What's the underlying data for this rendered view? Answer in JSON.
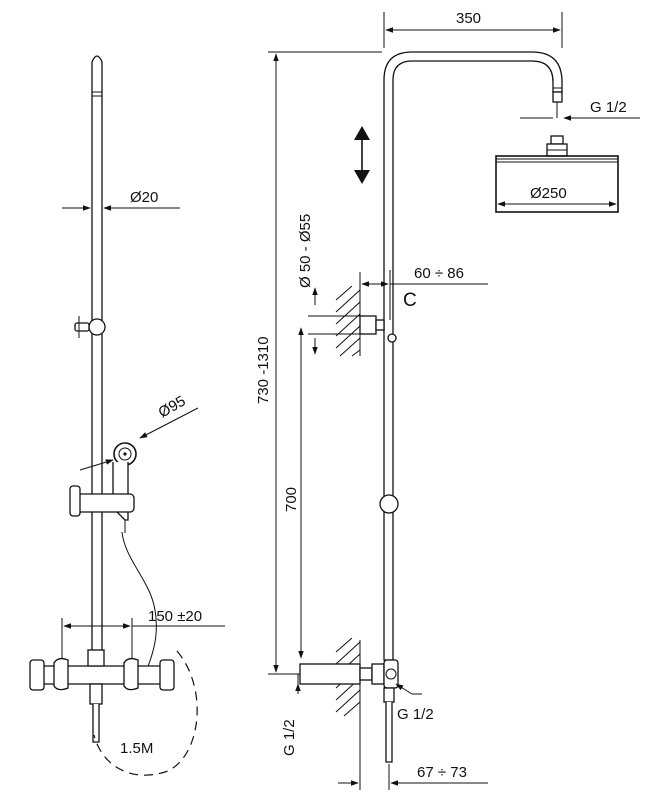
{
  "dimensions": {
    "arm_length": "350",
    "outlet_thread": "G 1/2",
    "rain_head_diameter": "Ø250",
    "rail_diameter": "Ø20",
    "hand_shower_diameter": "Ø95",
    "height_range": "730 -1310",
    "bracket_diameter": "Ø 50 - Ø55",
    "wall_offset_top": "60 ÷ 86",
    "detail_label": "C",
    "lower_height": "700",
    "valve_spacing": "150 ±20",
    "hose_length": "1.5M",
    "inlet_thread_left": "G 1/2",
    "inlet_thread_right": "G 1/2",
    "wall_offset_bottom": "67 ÷ 73"
  }
}
